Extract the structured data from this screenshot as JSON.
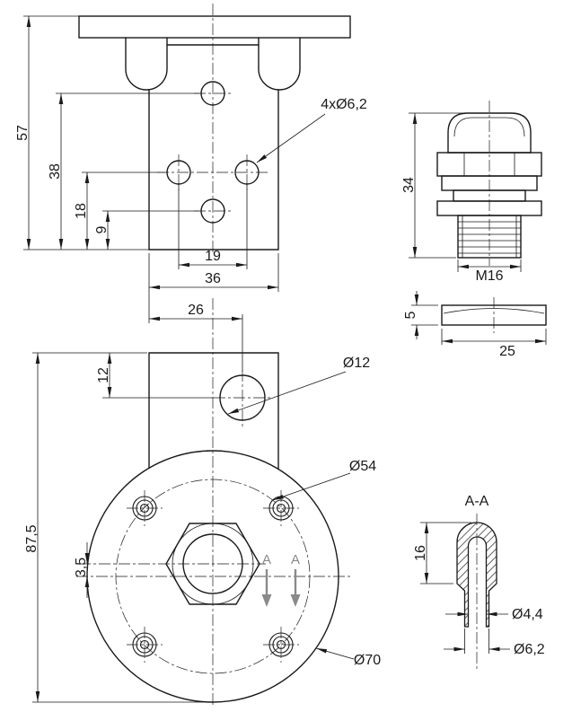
{
  "views": {
    "front": {
      "dims": {
        "height_57": "57",
        "height_38": "38",
        "height_18": "18",
        "height_9": "9",
        "width_19": "19",
        "width_36": "36"
      },
      "hole_callout": "4xØ6,2"
    },
    "plan": {
      "dims": {
        "width_26": "26",
        "height_12": "12",
        "height_87_5": "87,5",
        "offset_3_5": "3,5"
      },
      "labels": {
        "dia_12": "Ø12",
        "dia_54": "Ø54",
        "dia_70": "Ø70"
      },
      "section_marks": {
        "a_left": "A",
        "a_right": "A"
      }
    },
    "gland": {
      "dims": {
        "height_34": "34"
      },
      "labels": {
        "thread": "M16"
      }
    },
    "disc": {
      "dims": {
        "height_5": "5",
        "width_25": "25"
      }
    },
    "section": {
      "title": "A-A",
      "dims": {
        "depth_16": "16"
      },
      "labels": {
        "dia_4_4": "Ø4,4",
        "dia_6_2": "Ø6,2"
      }
    }
  },
  "colors": {
    "line": "#1a1a1a",
    "section_marker": "#8a8a8a",
    "background": "#ffffff"
  }
}
